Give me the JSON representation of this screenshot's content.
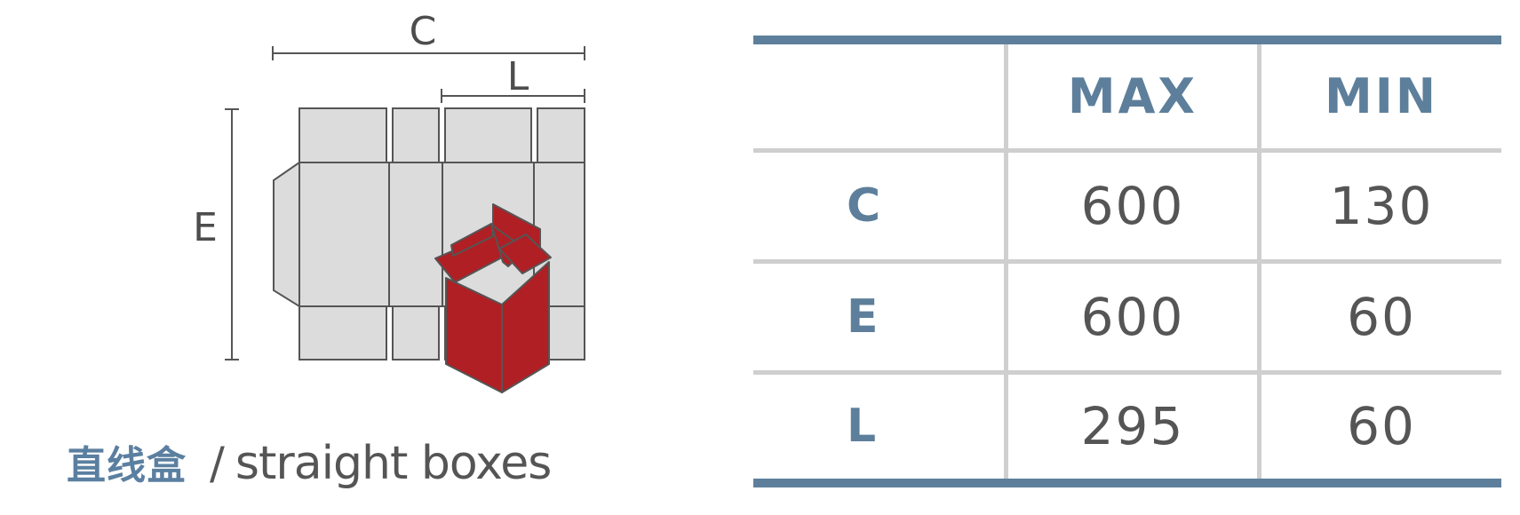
{
  "diagram": {
    "dimension_labels": {
      "c": "C",
      "l": "L",
      "e": "E"
    },
    "colors": {
      "flat_box": "#dcdcdc",
      "box_outline": "#555555",
      "folded_box": "#b01f24",
      "dimension_line": "#555555"
    }
  },
  "caption": {
    "chinese": "直线盒",
    "separator": "/",
    "english": "straight boxes"
  },
  "table": {
    "headers": {
      "max": "MAX",
      "min": "MIN"
    },
    "rows": [
      {
        "label": "C",
        "max": "600",
        "min": "130"
      },
      {
        "label": "E",
        "max": "600",
        "min": "60"
      },
      {
        "label": "L",
        "max": "295",
        "min": "60"
      }
    ],
    "colors": {
      "accent": "#5d7f9b",
      "grid": "#cfcfcf",
      "value_text": "#555555"
    }
  }
}
